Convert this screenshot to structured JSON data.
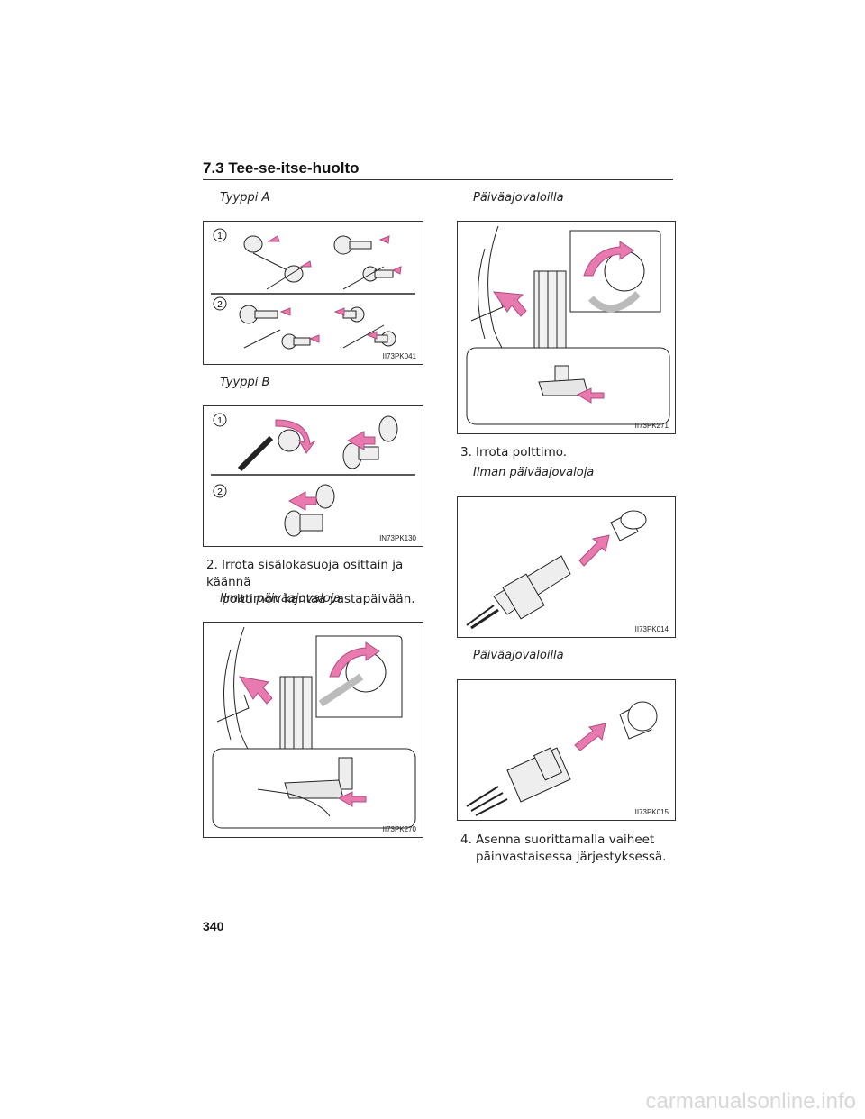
{
  "section": {
    "title": "7.3 Tee-se-itse-huolto"
  },
  "left": {
    "caption_a": "Tyyppi A",
    "fig_a": {
      "code": "II73PK041",
      "markers": [
        "1",
        "2"
      ]
    },
    "caption_b": "Tyyppi B",
    "fig_b": {
      "code": "IN73PK130",
      "markers": [
        "1",
        "2"
      ]
    },
    "step2": {
      "number": "2.",
      "line1": "Irrota sisälokasuoja osittain ja käännä",
      "line2": "polttimon kantaa vastapäivään."
    },
    "caption_c": "Ilman päiväajovaloja",
    "fig_c": {
      "code": "II73PK270"
    }
  },
  "right": {
    "caption_d": "Päiväajovaloilla",
    "fig_d": {
      "code": "II73PK271"
    },
    "step3": {
      "number": "3.",
      "text": "Irrota polttimo."
    },
    "caption_e": "Ilman päiväajovaloja",
    "fig_e": {
      "code": "II73PK014"
    },
    "caption_f": "Päiväajovaloilla",
    "fig_f": {
      "code": "II73PK015"
    },
    "step4": {
      "number": "4.",
      "line1": "Asenna suorittamalla vaiheet",
      "line2": "päinvastaisessa järjestyksessä."
    }
  },
  "footer": {
    "page_number": "340",
    "watermark": "carmanualsonline.info"
  },
  "colors": {
    "arrow": "#e87ab0",
    "arrow_stroke": "#b04c80",
    "line": "#222222"
  }
}
